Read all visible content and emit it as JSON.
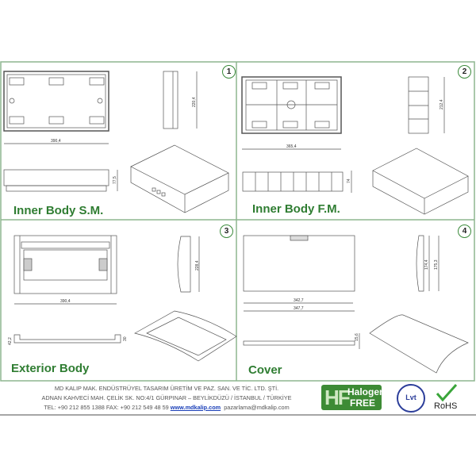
{
  "panels": [
    {
      "number": "1",
      "title": "Inner Body S.M.",
      "dims": {
        "width": "390,4",
        "height": "220,4",
        "depth": "77,5"
      }
    },
    {
      "number": "2",
      "title": "Inner Body F.M.",
      "dims": {
        "width": "365,4",
        "height": "212,4",
        "depth": "74"
      }
    },
    {
      "number": "3",
      "title": "Exterior Body",
      "dims": {
        "width": "390,4",
        "height": "228,4",
        "depth1": "42,2",
        "depth2": "30"
      }
    },
    {
      "number": "4",
      "title": "Cover",
      "dims": {
        "width1": "342,7",
        "width2": "347,7",
        "height1": "174,4",
        "height2": "175,3",
        "depth": "15,6"
      }
    }
  ],
  "footer": {
    "line1": "MD KALIP MAK. ENDÜSTRÜYEL TASARIM ÜRETİM VE PAZ. SAN. VE TİC. LTD. ŞTİ.",
    "line2": "ADNAN KAHVECİ MAH. ÇELİK SK. NO:4/1 GÜRPINAR – BEYLİKDÜZÜ / İSTANBUL / TÜRKİYE",
    "tel": "TEL: +90 212 855 1388  FAX: +90 212 549 48 59",
    "website": "www.mdkalip.com",
    "email": "pazarlama@mdkalip.com"
  },
  "badges": {
    "hf": "HF",
    "halogen": "Halogen",
    "free": "FREE",
    "lvt": "Lvt",
    "rohs": "RoHS"
  },
  "colors": {
    "accent": "#3a8a3a",
    "frame": "#7fae82"
  }
}
